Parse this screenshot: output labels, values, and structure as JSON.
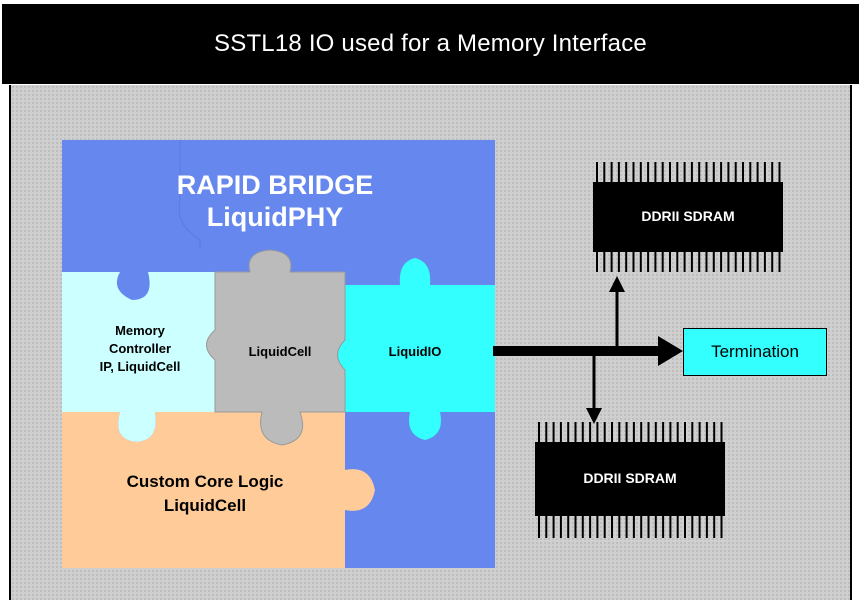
{
  "title": "SSTL18 IO used for a Memory Interface",
  "pieces": {
    "top_line1": "RAPID BRIDGE",
    "top_line2": "LiquidPHY",
    "memory_controller": [
      "Memory",
      "Controller",
      "IP,  LiquidCell"
    ],
    "liquidcell": "LiquidCell",
    "liquidio": "LiquidIO",
    "core_line1": "Custom Core Logic",
    "core_line2": "LiquidCell"
  },
  "chips": {
    "top": "DDRII SDRAM",
    "bottom": "DDRII SDRAM"
  },
  "termination": "Termination",
  "colors": {
    "blue": "#6688ee",
    "light_cyan": "#ccffff",
    "gray": "#bbbbbb",
    "cyan": "#33ffff",
    "peach": "#ffcc99",
    "chip": "#000000"
  }
}
